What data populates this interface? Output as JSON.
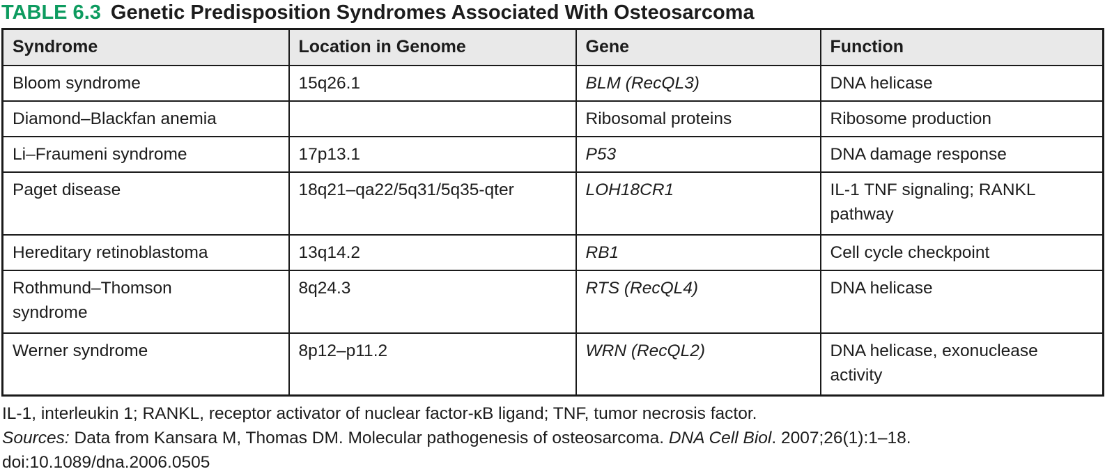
{
  "title": {
    "label": "TABLE 6.3",
    "heading": "Genetic Predisposition Syndromes Associated With Osteosarcoma"
  },
  "colors": {
    "accent_green": "#0d9b5f",
    "header_bg": "#e9e9e9",
    "border": "#1a1a1a",
    "text": "#1c1c1c"
  },
  "table": {
    "columns": [
      "Syndrome",
      "Location in Genome",
      "Gene",
      "Function"
    ],
    "rows": [
      {
        "syndrome": "Bloom syndrome",
        "location": "15q26.1",
        "gene": "BLM (RecQL3)",
        "gene_italic": true,
        "function": "DNA helicase"
      },
      {
        "syndrome": "Diamond–Blackfan anemia",
        "location": "",
        "gene": "Ribosomal proteins",
        "gene_italic": false,
        "function": "Ribosome production"
      },
      {
        "syndrome": "Li–Fraumeni syndrome",
        "location": "17p13.1",
        "gene": "P53",
        "gene_italic": true,
        "function": "DNA damage response"
      },
      {
        "syndrome": "Paget disease",
        "location": "18q21–qa22/5q31/5q35-qter",
        "gene": "LOH18CR1",
        "gene_italic": true,
        "function": "IL-1 TNF signaling; RANKL pathway"
      },
      {
        "syndrome": "Hereditary retinoblastoma",
        "location": "13q14.2",
        "gene": "RB1",
        "gene_italic": true,
        "function": "Cell cycle checkpoint"
      },
      {
        "syndrome": "Rothmund–Thomson syndrome",
        "location": "8q24.3",
        "gene": "RTS (RecQL4)",
        "gene_italic": true,
        "function": "DNA helicase"
      },
      {
        "syndrome": "Werner syndrome",
        "location": "8p12–p11.2",
        "gene": "WRN (RecQL2)",
        "gene_italic": true,
        "function": "DNA helicase, exonuclease activity"
      }
    ]
  },
  "footnotes": {
    "abbreviations": "IL-1, interleukin 1; RANKL, receptor activator of nuclear factor-κB ligand; TNF, tumor necrosis factor.",
    "sources_label": "Sources:",
    "sources_text": " Data from Kansara M, Thomas DM. Molecular pathogenesis of osteosarcoma. ",
    "sources_journal": "DNA Cell Biol",
    "sources_tail": ". 2007;26(1):1–18.",
    "doi": "doi:10.1089/dna.2006.0505"
  }
}
